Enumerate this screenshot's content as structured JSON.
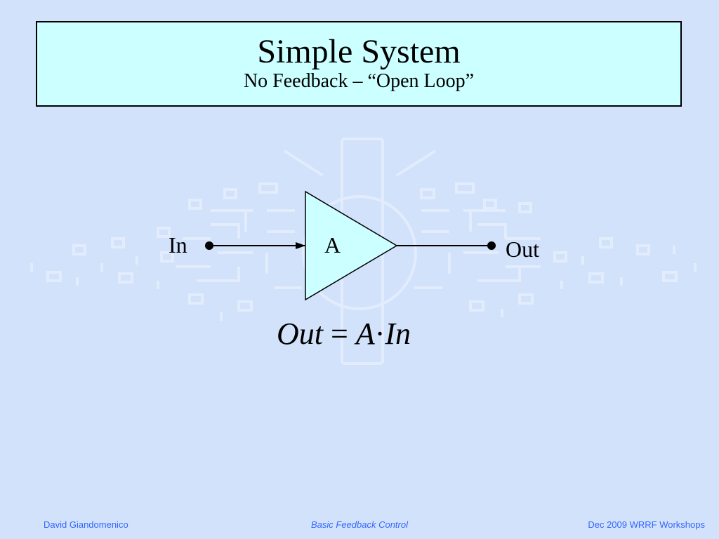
{
  "title": {
    "main": "Simple System",
    "subtitle": "No Feedback – “Open Loop”"
  },
  "diagram": {
    "input_label": "In",
    "block_label": "A",
    "output_label": "Out",
    "block_fill": "#ccffff"
  },
  "equation": {
    "out": "Out",
    "eq": " = ",
    "a": "A",
    "dot": "·",
    "in": "In"
  },
  "footer": {
    "author": "David  Giandomenico",
    "topic": "Basic Feedback Control",
    "event": "Dec 2009 WRRF Workshops"
  },
  "colors": {
    "background": "#d2e2fb",
    "footer_text": "#3366ff",
    "watermark": "#e2ecfd"
  }
}
